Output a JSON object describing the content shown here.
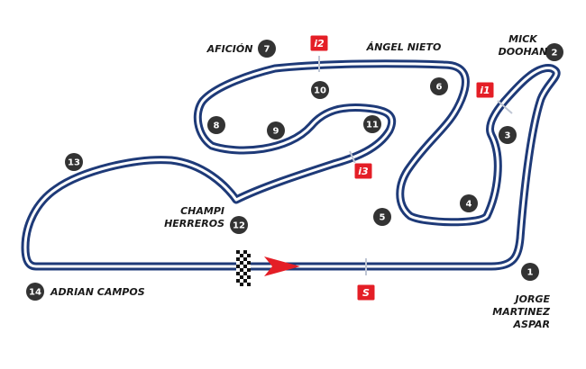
{
  "colors": {
    "track": "#1e3a78",
    "track_inner": "#ffffff",
    "marker_fill": "#e41e26",
    "turn_badge": "#333333",
    "arrow": "#e41e26"
  },
  "turns": [
    {
      "number": "1",
      "name_lines": [
        "JORGE",
        "MARTINEZ",
        "ASPAR"
      ]
    },
    {
      "number": "2",
      "name_lines": [
        "MICK",
        "DOOHAN"
      ]
    },
    {
      "number": "3",
      "name_lines": []
    },
    {
      "number": "4",
      "name_lines": []
    },
    {
      "number": "5",
      "name_lines": []
    },
    {
      "number": "6",
      "name_lines": [
        "ÁNGEL NIETO"
      ]
    },
    {
      "number": "7",
      "name_lines": [
        "AFICIÓN"
      ]
    },
    {
      "number": "8",
      "name_lines": []
    },
    {
      "number": "9",
      "name_lines": []
    },
    {
      "number": "10",
      "name_lines": []
    },
    {
      "number": "11",
      "name_lines": []
    },
    {
      "number": "12",
      "name_lines": [
        "CHAMPI",
        "HERREROS"
      ]
    },
    {
      "number": "13",
      "name_lines": []
    },
    {
      "number": "14",
      "name_lines": [
        "ADRIAN CAMPOS"
      ]
    }
  ],
  "sectors": [
    {
      "id": "i1",
      "label": "i1"
    },
    {
      "id": "i2",
      "label": "i2"
    },
    {
      "id": "i3",
      "label": "i3"
    },
    {
      "id": "s",
      "label": "S"
    }
  ],
  "icons": {
    "start_finish": "checkered-flag-icon",
    "direction": "direction-arrow-icon"
  }
}
